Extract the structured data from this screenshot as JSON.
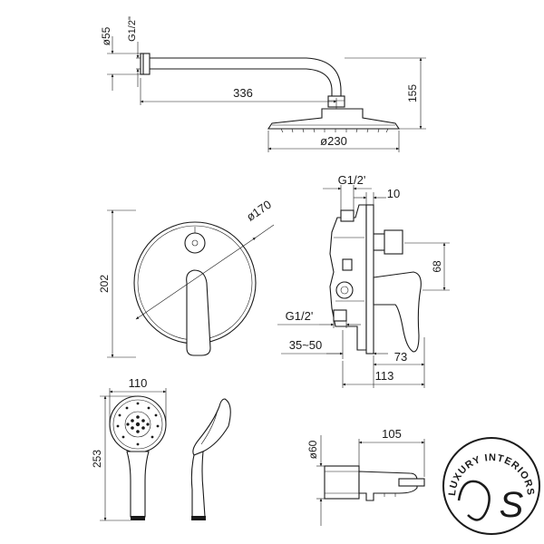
{
  "shower_head": {
    "arm_diameter": "ø55",
    "arm_thread": "G1/2\"",
    "arm_length": "336",
    "drop_height": "155",
    "head_diameter": "ø230"
  },
  "mixer_front": {
    "plate_diameter": "ø170",
    "height": "202"
  },
  "mixer_side": {
    "top_thread": "G1/2'",
    "top_offset": "10",
    "lever_height": "68",
    "bottom_thread": "G1/2'",
    "wall_depth": "35~50",
    "lever_reach": "73",
    "total_depth": "113"
  },
  "hand_shower": {
    "width": "110",
    "length": "253"
  },
  "spout": {
    "diameter": "ø60",
    "length": "105"
  },
  "logo": {
    "text": "LUXURY INTERIORS",
    "letter": "S"
  }
}
